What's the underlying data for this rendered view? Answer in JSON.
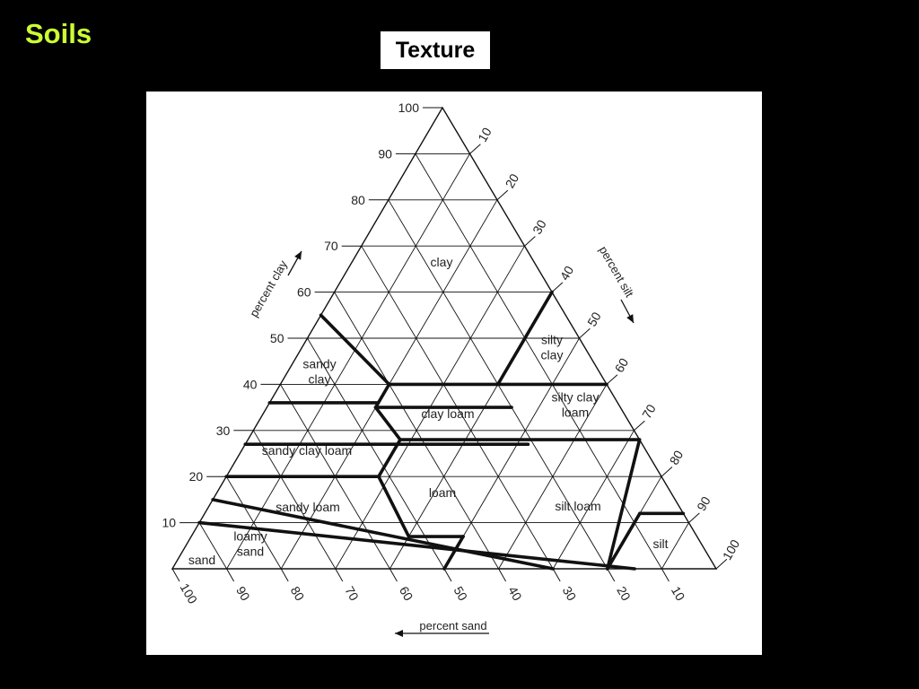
{
  "slide": {
    "title": "Soils",
    "subtitle": "Texture"
  },
  "colors": {
    "background": "#000000",
    "title": "#CCFF33",
    "panel": "#ffffff",
    "lines": "#111111"
  },
  "diagram": {
    "clay_ticks": [
      "10",
      "20",
      "30",
      "40",
      "50",
      "60",
      "70",
      "80",
      "90",
      "100"
    ],
    "silt_ticks": [
      "10",
      "20",
      "30",
      "40",
      "50",
      "60",
      "70",
      "80",
      "90",
      "100"
    ],
    "sand_ticks": [
      "100",
      "90",
      "80",
      "70",
      "60",
      "50",
      "40",
      "30",
      "20",
      "10"
    ],
    "axis_labels": {
      "clay": "percent clay",
      "silt": "percent silt",
      "sand": "percent sand"
    },
    "regions": [
      {
        "id": "clay",
        "lines": [
          "clay"
        ]
      },
      {
        "id": "silty-clay",
        "lines": [
          "silty",
          "clay"
        ]
      },
      {
        "id": "sandy-clay",
        "lines": [
          "sandy",
          "clay"
        ]
      },
      {
        "id": "clay-loam",
        "lines": [
          "clay loam"
        ]
      },
      {
        "id": "silty-clay-loam",
        "lines": [
          "silty clay",
          "loam"
        ]
      },
      {
        "id": "sandy-clay-loam",
        "lines": [
          "sandy clay loam"
        ]
      },
      {
        "id": "loam",
        "lines": [
          "loam"
        ]
      },
      {
        "id": "silt-loam",
        "lines": [
          "silt loam"
        ]
      },
      {
        "id": "sandy-loam",
        "lines": [
          "sandy loam"
        ]
      },
      {
        "id": "loamy-sand",
        "lines": [
          "loamy",
          "sand"
        ]
      },
      {
        "id": "sand",
        "lines": [
          "sand"
        ]
      },
      {
        "id": "silt",
        "lines": [
          "silt"
        ]
      }
    ]
  }
}
